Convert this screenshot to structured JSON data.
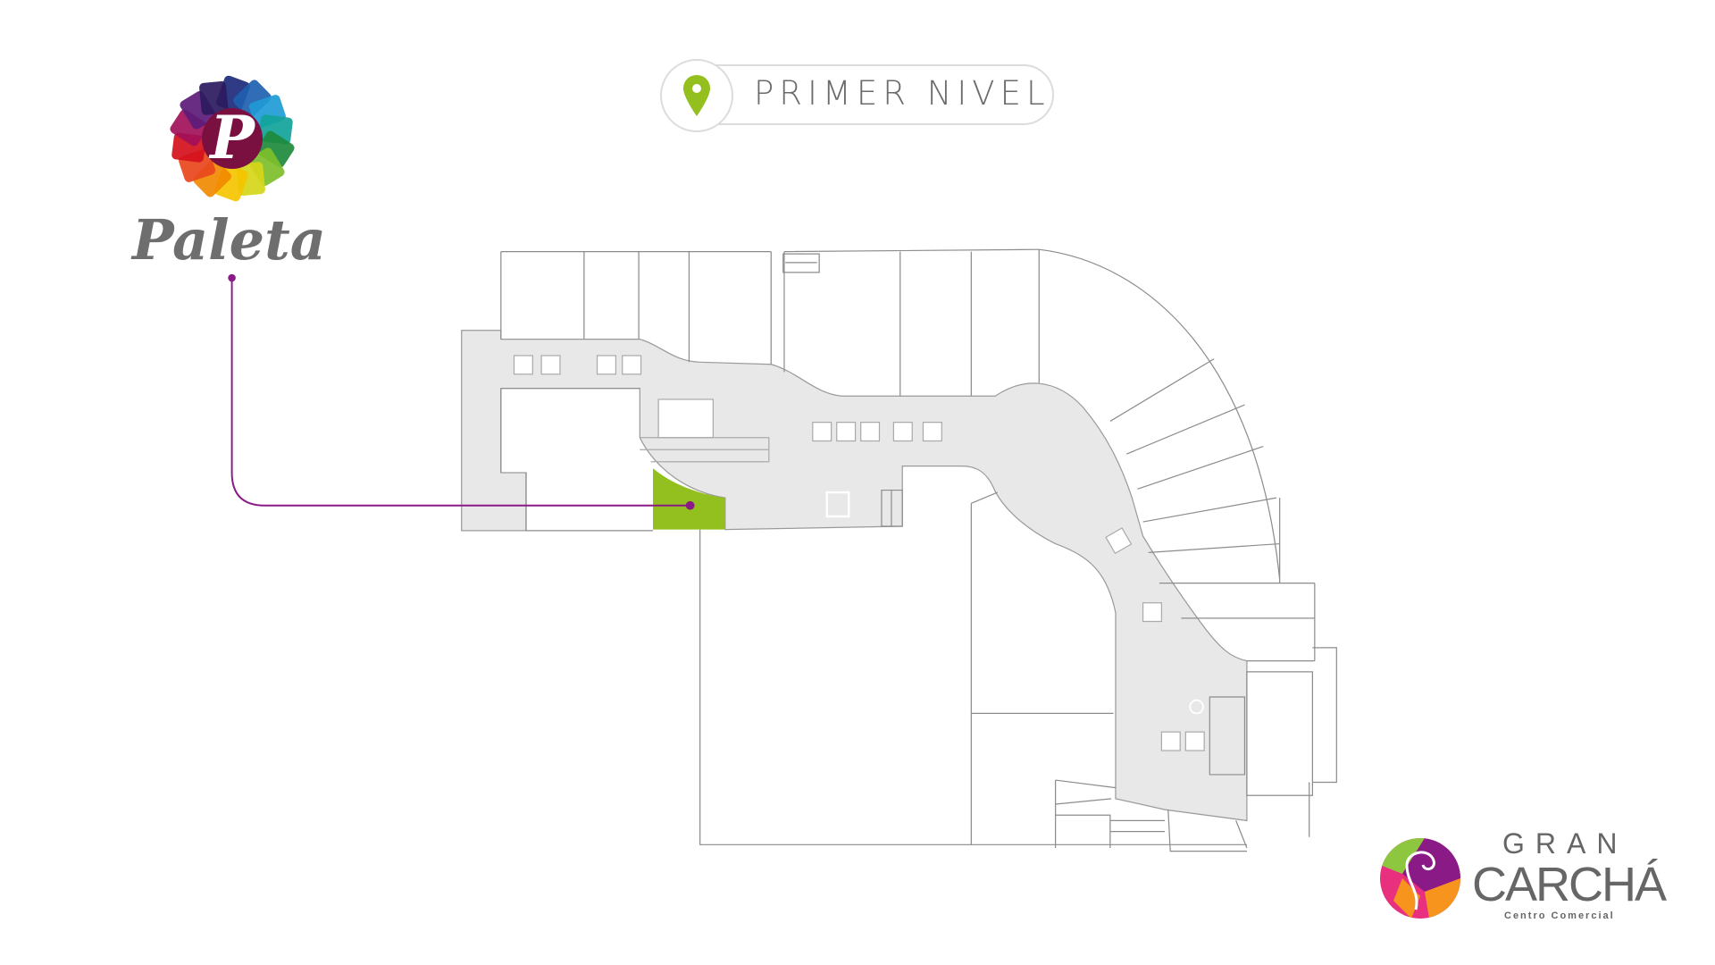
{
  "header": {
    "level_label": "PRIMER NIVEL",
    "icon": "map-pin-icon"
  },
  "store_logo": {
    "name": "Paleta",
    "monogram": "P"
  },
  "mall_logo": {
    "line1": "GRAN",
    "line2": "CARCHÁ",
    "line3": "Centro Comercial"
  },
  "colors": {
    "highlight": "#93c01f",
    "pointer": "#8a1a85",
    "corridor": "#e8e8e8",
    "walls": "#8c8c8c",
    "text": "#6b6b6b",
    "flower": [
      "#1d2a7a",
      "#1f5fb0",
      "#1e9bd6",
      "#12a39a",
      "#1e8a3c",
      "#7dbf2a",
      "#d6d61a",
      "#f5c400",
      "#f08a00",
      "#e8461c",
      "#d4101c",
      "#a2105a",
      "#5c1c7a",
      "#2c1a5e"
    ]
  },
  "map": {
    "selected_store": "Paleta"
  }
}
